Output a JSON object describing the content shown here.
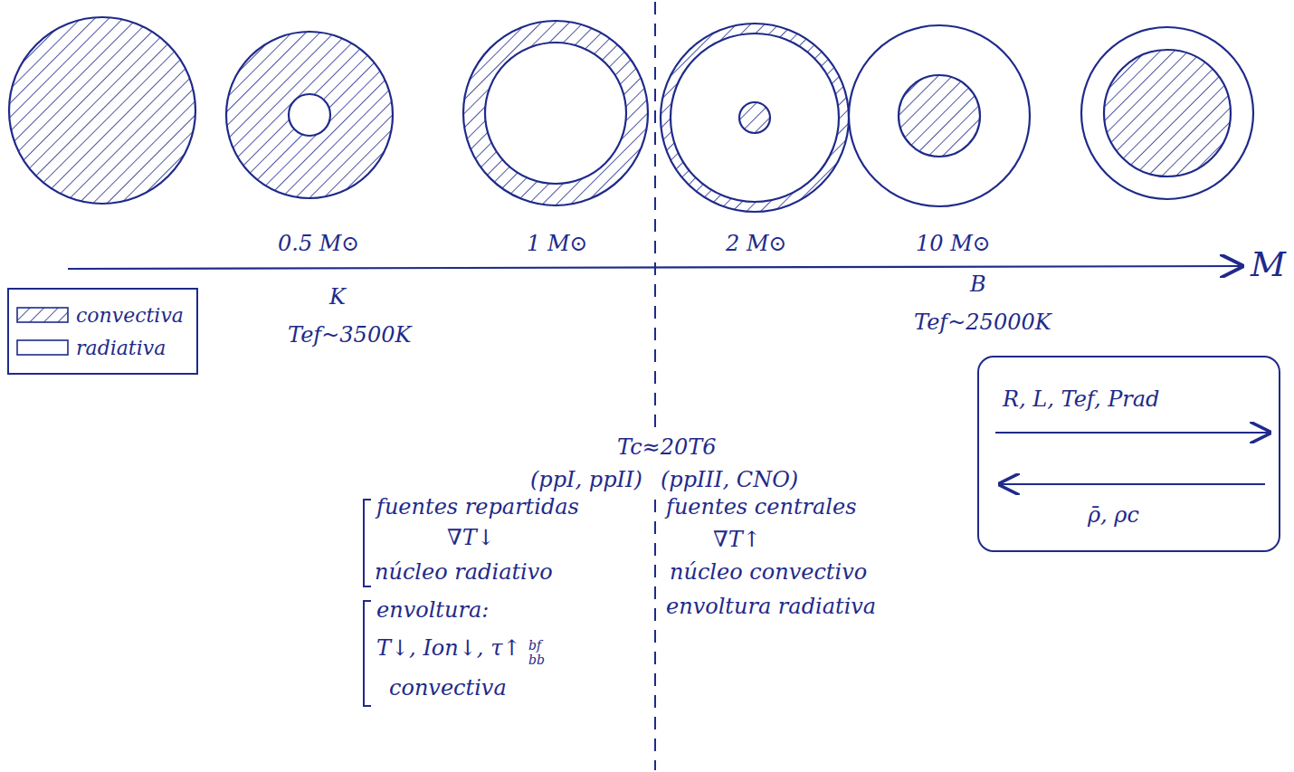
{
  "diagram": {
    "nodes": [
      {
        "text": [
          "R, L, Tef, Prad",
          "ρ̄, ρc"
        ]
      }
    ],
    "labels": [
      "0.5 M⊙",
      "1 M⊙",
      "2 M⊙",
      "10 M⊙",
      "M",
      "K",
      "Tef~3500K",
      "B",
      "Tef~25000K",
      "Tc≈20T6",
      "(ppI, ppII)",
      "(ppIII, CNO)",
      "fuentes repartidas",
      "∇T↓",
      "núcleo radiativo",
      "envoltura:",
      "T↓, Ion↓, τ↑",
      "bf",
      "bb",
      "convectiva",
      "fuentes centrales",
      "∇T↑",
      "núcleo convectivo",
      "envoltura radiativa"
    ],
    "legend": [
      {
        "text": "convectiva"
      },
      {
        "text": "radiativa"
      }
    ]
  }
}
